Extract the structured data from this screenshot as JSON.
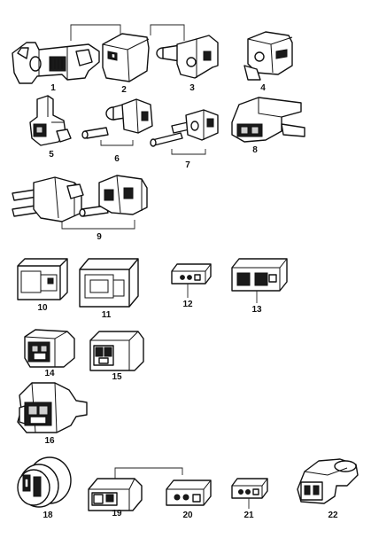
{
  "labels": {
    "p1": "1",
    "p2": "2",
    "p3": "3",
    "p4": "4",
    "p5": "5",
    "p6": "6",
    "p7": "7",
    "p8": "8",
    "p9": "9",
    "p10": "10",
    "p11": "11",
    "p12": "12",
    "p13": "13",
    "p14": "14",
    "p15": "15",
    "p16": "16",
    "p18": "18",
    "p19": "19",
    "p20": "20",
    "p21": "21",
    "p22": "22"
  }
}
